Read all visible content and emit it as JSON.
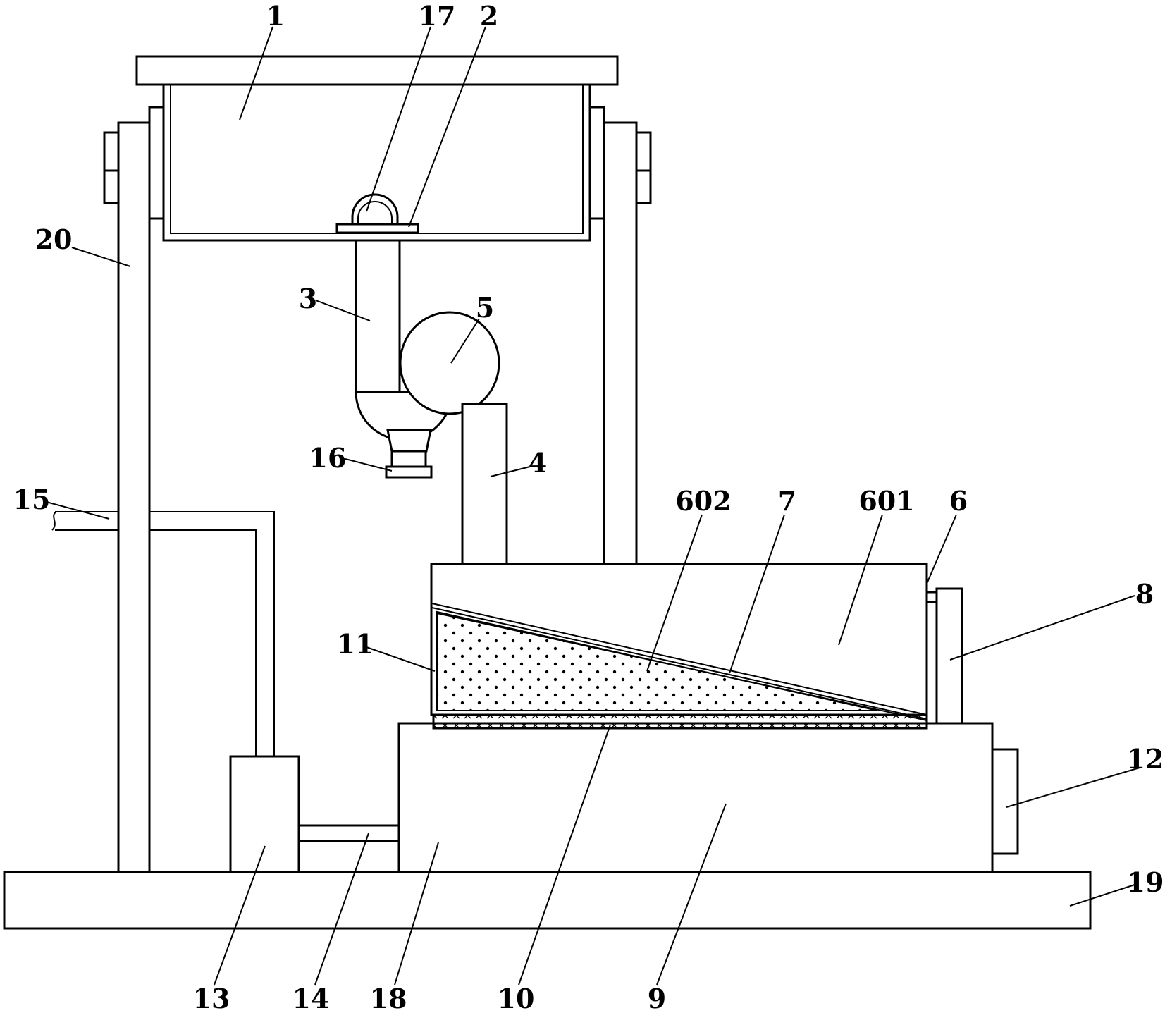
{
  "diagram": {
    "stroke_color": "#000000",
    "background_color": "#ffffff",
    "labels": {
      "l1": "1",
      "l2": "2",
      "l3": "3",
      "l4": "4",
      "l5": "5",
      "l6": "6",
      "l7": "7",
      "l8": "8",
      "l9": "9",
      "l10": "10",
      "l11": "11",
      "l12": "12",
      "l13": "13",
      "l14": "14",
      "l15": "15",
      "l16": "16",
      "l17": "17",
      "l18": "18",
      "l19": "19",
      "l20": "20",
      "l601": "601",
      "l602": "602"
    }
  }
}
